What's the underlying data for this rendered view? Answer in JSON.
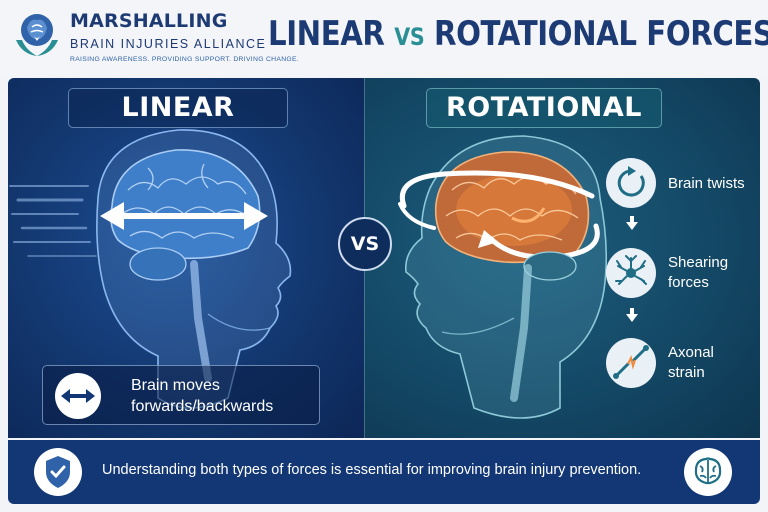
{
  "header": {
    "org_name": "MARSHALLING",
    "org_subtitle": "BRAIN INJURIES ALLIANCE",
    "org_tagline": "RAISING AWARENESS. PROVIDING SUPPORT. DRIVING CHANGE.",
    "title_left": "LINEAR",
    "title_vs": "VS",
    "title_right": "ROTATIONAL FORCES"
  },
  "linear_panel": {
    "label": "LINEAR",
    "info_line1": "Brain moves",
    "info_line2": "forwards/backwards",
    "info_icon": "double-arrow-icon"
  },
  "vs_badge": "VS",
  "rotational_panel": {
    "label": "ROTATIONAL",
    "steps": [
      {
        "icon": "rotate-icon",
        "line1": "Brain twists",
        "line2": ""
      },
      {
        "icon": "neuron-icon",
        "line1": "Shearing",
        "line2": "forces"
      },
      {
        "icon": "axon-strain-icon",
        "line1": "Axonal",
        "line2": "strain"
      }
    ]
  },
  "footer": {
    "text": "Understanding both types of forces is essential for improving brain injury prevention.",
    "left_icon": "shield-check-icon",
    "right_icon": "brain-icon"
  },
  "colors": {
    "navy": "#1c3a74",
    "teal_accent": "#2a8f95",
    "linear_panel": "#12356c",
    "rotational_panel": "#134764",
    "orange_glow": "#f08a3c"
  }
}
